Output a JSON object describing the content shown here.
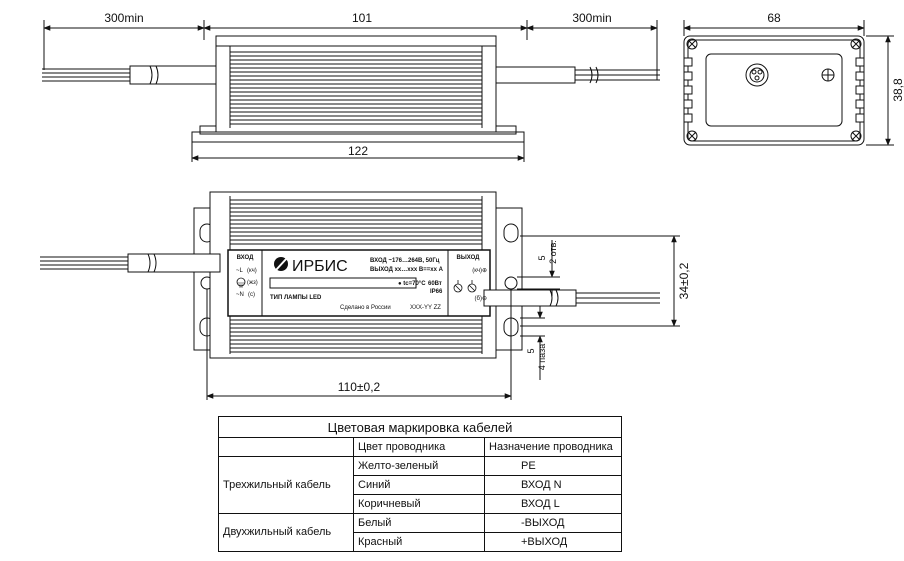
{
  "dimensions": {
    "lead_left": "300min",
    "body_length": "101",
    "lead_right": "300min",
    "side_width": "68",
    "side_height": "38,8",
    "overall_length": "122",
    "mounting_pitch": "110±0,2",
    "mounting_spacing": "34±0,2",
    "hole_top_size": "5",
    "hole_top_count": "2 отв.",
    "slot_size": "5",
    "slot_count": "4 паза"
  },
  "label": {
    "brand": "ИРБИС",
    "input_title": "ВХОД",
    "input_l": "~L",
    "input_l_color": "(кч)",
    "input_pe": "(жз)",
    "input_n": "~N",
    "input_n_color": "(с)",
    "spec_in": "ВХОД ~176…264В, 50Гц",
    "spec_out": "ВЫХОД хх…ххх В==хх А",
    "tc": "● tc=70°C",
    "power": "60Вт",
    "ip": "IP66",
    "lamp_type": "ТИП ЛАМПЫ LED",
    "made_in": "Сделано в России",
    "serial": "XXX-YY ZZ",
    "output_title": "ВЫХОД",
    "out_plus": "(кч)⊕",
    "out_minus": "(б)⊖"
  },
  "table": {
    "title": "Цветовая маркировка кабелей",
    "col_color": "Цвет проводника",
    "col_purpose": "Назначение проводника",
    "group_3": "Трехжильный кабель",
    "group_2": "Двухжильный кабель",
    "rows": [
      {
        "color": "Желто-зеленый",
        "purpose": "PE"
      },
      {
        "color": "Синий",
        "purpose": "ВХОД N"
      },
      {
        "color": "Коричневый",
        "purpose": "ВХОД L"
      },
      {
        "color": "Белый",
        "purpose": "-ВЫХОД"
      },
      {
        "color": "Красный",
        "purpose": "+ВЫХОД"
      }
    ]
  }
}
